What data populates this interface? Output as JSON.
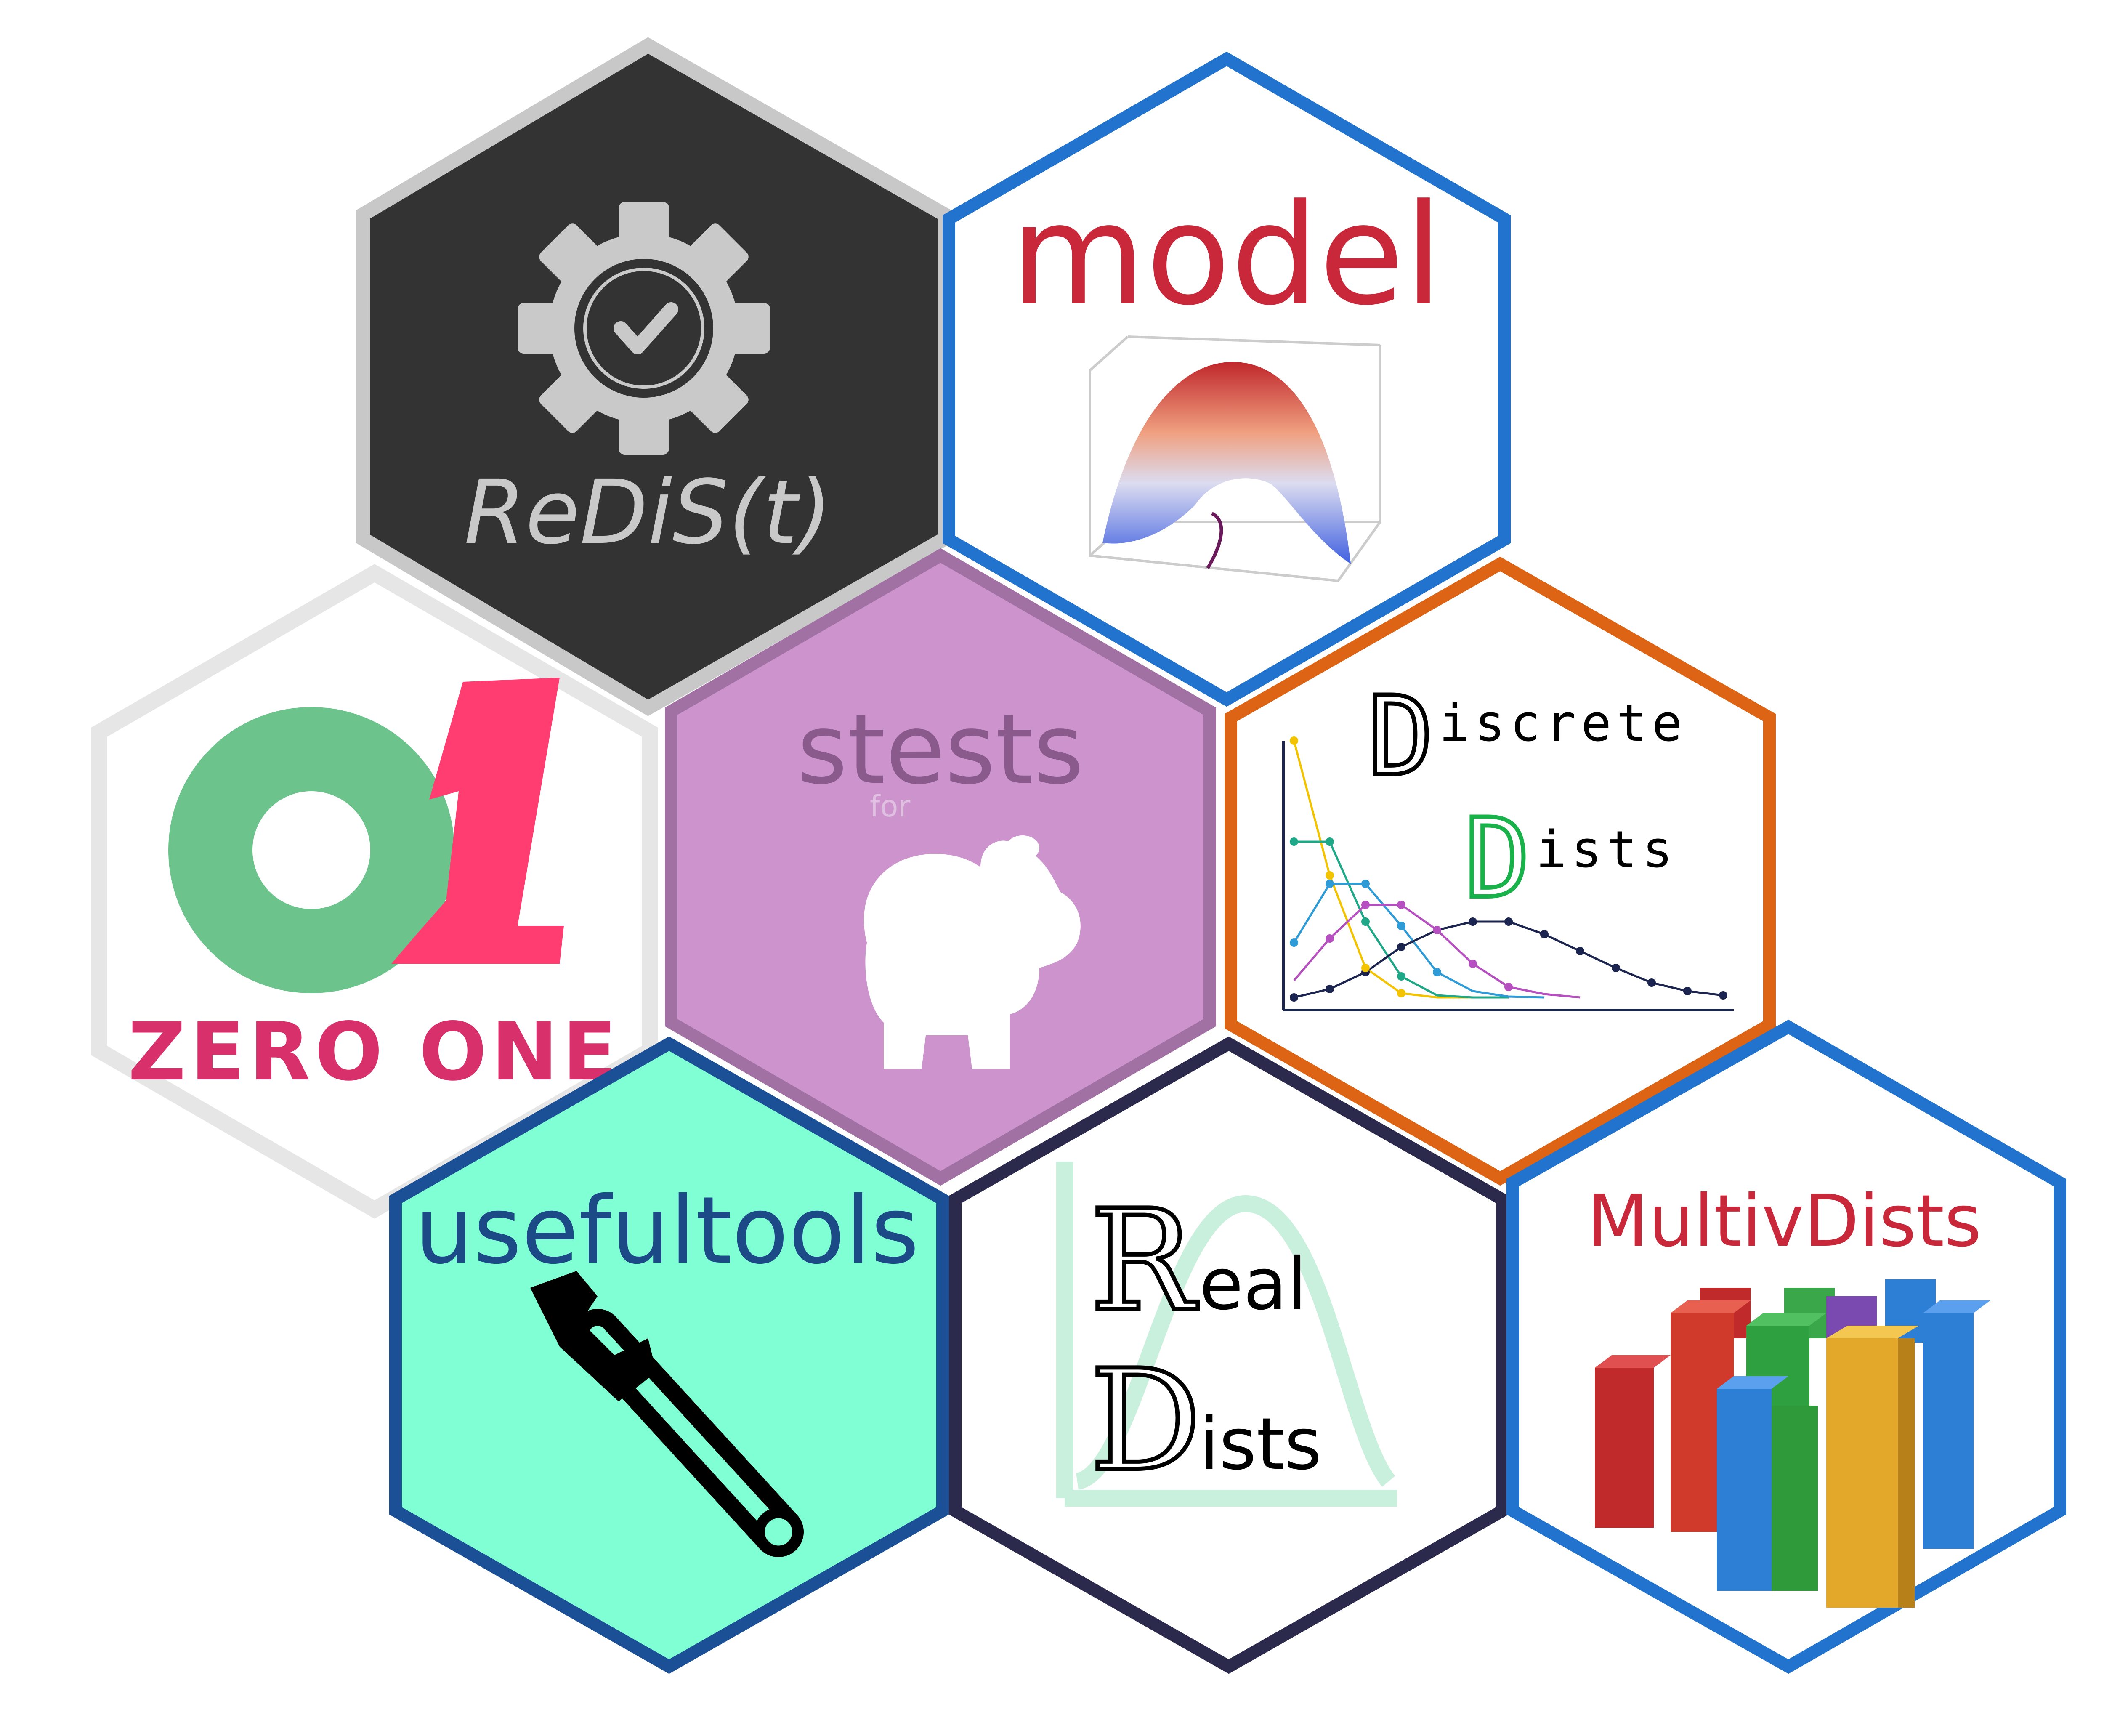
{
  "colors": {
    "reldist_fill": "#333333",
    "reldist_border": "#c8c8c8",
    "reldist_fg": "#c9c9c9",
    "model_border": "#2173cd",
    "model_text": "#c8283a",
    "discrete_border": "#dc6414",
    "discrete_green": "#18b14a",
    "zeroone_border": "#e6e6e6",
    "zeroone_green": "#6cc48c",
    "zeroone_pink": "#ff3d70",
    "stests_fill": "#cc93cd",
    "stests_border": "#a171a4",
    "stests_text": "#8a5a8d",
    "usefultools_fill": "#80ffd4",
    "usefultools_border": "#1b5097",
    "usefultools_text": "#1b4a86",
    "realdists_border": "#2c2a4c",
    "realdists_ghost": "#c9efdd",
    "multivdists_border": "#2173cd",
    "multivdists_text": "#c8283a"
  },
  "hexes": {
    "reldist": {
      "logo_text": "ReDiS(t)",
      "icon": "gear-check-icon"
    },
    "model": {
      "title": "model",
      "icon": "surface-3d-plot-icon"
    },
    "zeroone": {
      "logo_text": "ZERO ONE",
      "mark": "01",
      "icon": "zero-one-logo"
    },
    "stests": {
      "title": "stests",
      "subtitle": "for",
      "icon": "hippo-silhouette-icon"
    },
    "discrete": {
      "title_initial": "D",
      "title_rest": "iscrete",
      "subtitle_initial": "D",
      "subtitle_rest": "ists",
      "icon": "discrete-distributions-plot"
    },
    "usefultools": {
      "title": "usefultools",
      "icon": "wrench-icon"
    },
    "realdists": {
      "line1_initial": "R",
      "line1_rest": "eal",
      "line2_initial": "D",
      "line2_rest": "ists",
      "icon": "density-curve-icon"
    },
    "multivdists": {
      "title": "MultivDists",
      "icon": "3d-bar-chart-icon"
    }
  }
}
